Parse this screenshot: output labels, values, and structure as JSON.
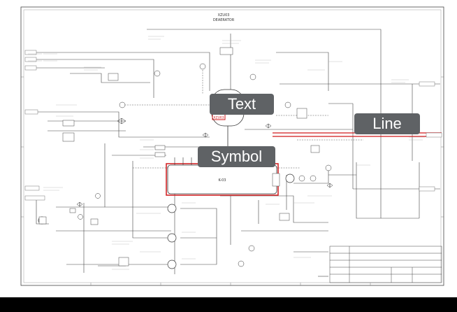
{
  "drawing": {
    "title_line1": "XZU03",
    "title_line2": "DEAERATOR",
    "vessel_tag": "XZU03",
    "drum_tag": "K-03"
  },
  "callouts": {
    "text": "Text",
    "line": "Line",
    "symbol": "Symbol"
  },
  "colors": {
    "highlight": "#d0191b",
    "callout_bg": "#5f6265",
    "ink": "#333333"
  }
}
